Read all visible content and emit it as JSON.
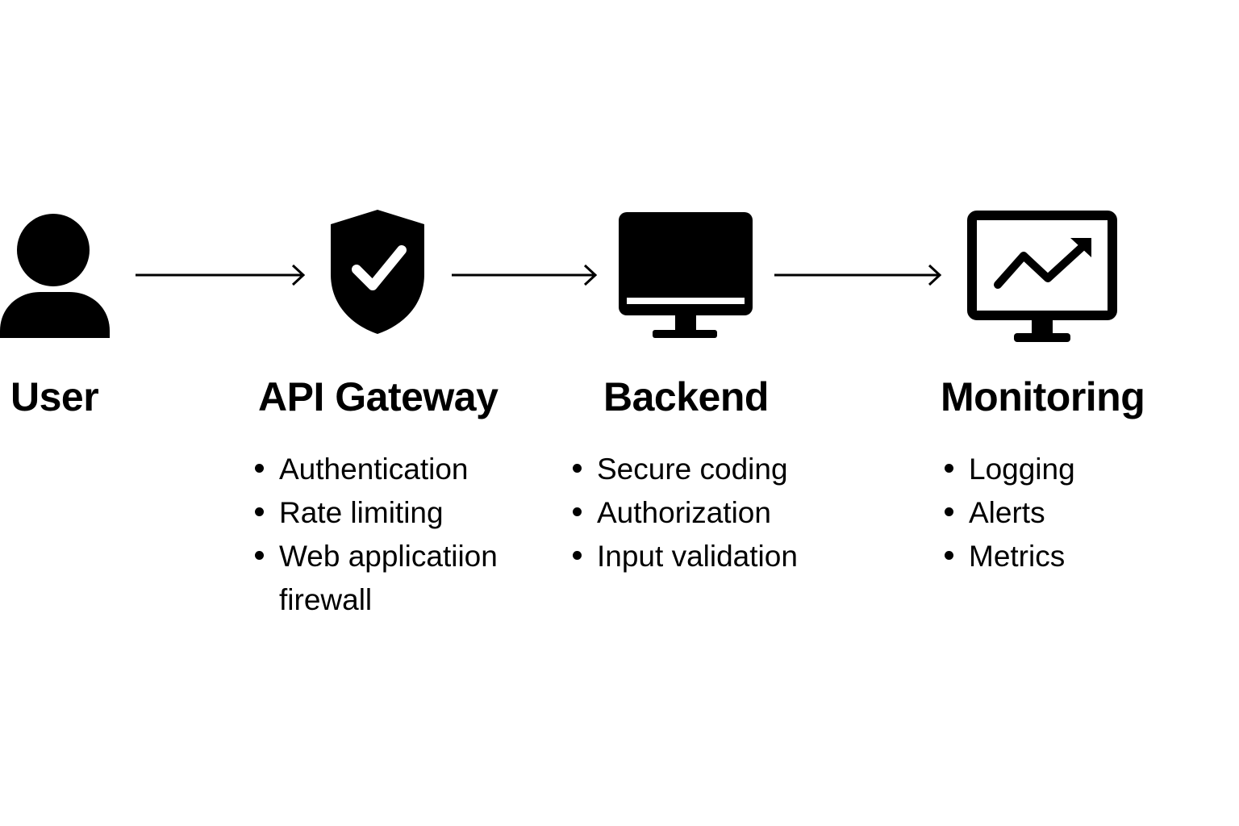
{
  "stages": [
    {
      "id": "user",
      "icon": "user-icon",
      "title": "User",
      "items": []
    },
    {
      "id": "api-gateway",
      "icon": "shield-check-icon",
      "title": "API Gateway",
      "items": [
        "Authentication",
        "Rate limiting",
        "Web applicatiion firewall"
      ]
    },
    {
      "id": "backend",
      "icon": "monitor-icon",
      "title": "Backend",
      "items": [
        "Secure coding",
        "Authorization",
        "Input validation"
      ]
    },
    {
      "id": "monitoring",
      "icon": "monitor-chart-icon",
      "title": "Monitoring",
      "items": [
        "Logging",
        "Alerts",
        "Metrics"
      ]
    }
  ],
  "colors": {
    "foreground": "#000000",
    "background": "#ffffff"
  }
}
